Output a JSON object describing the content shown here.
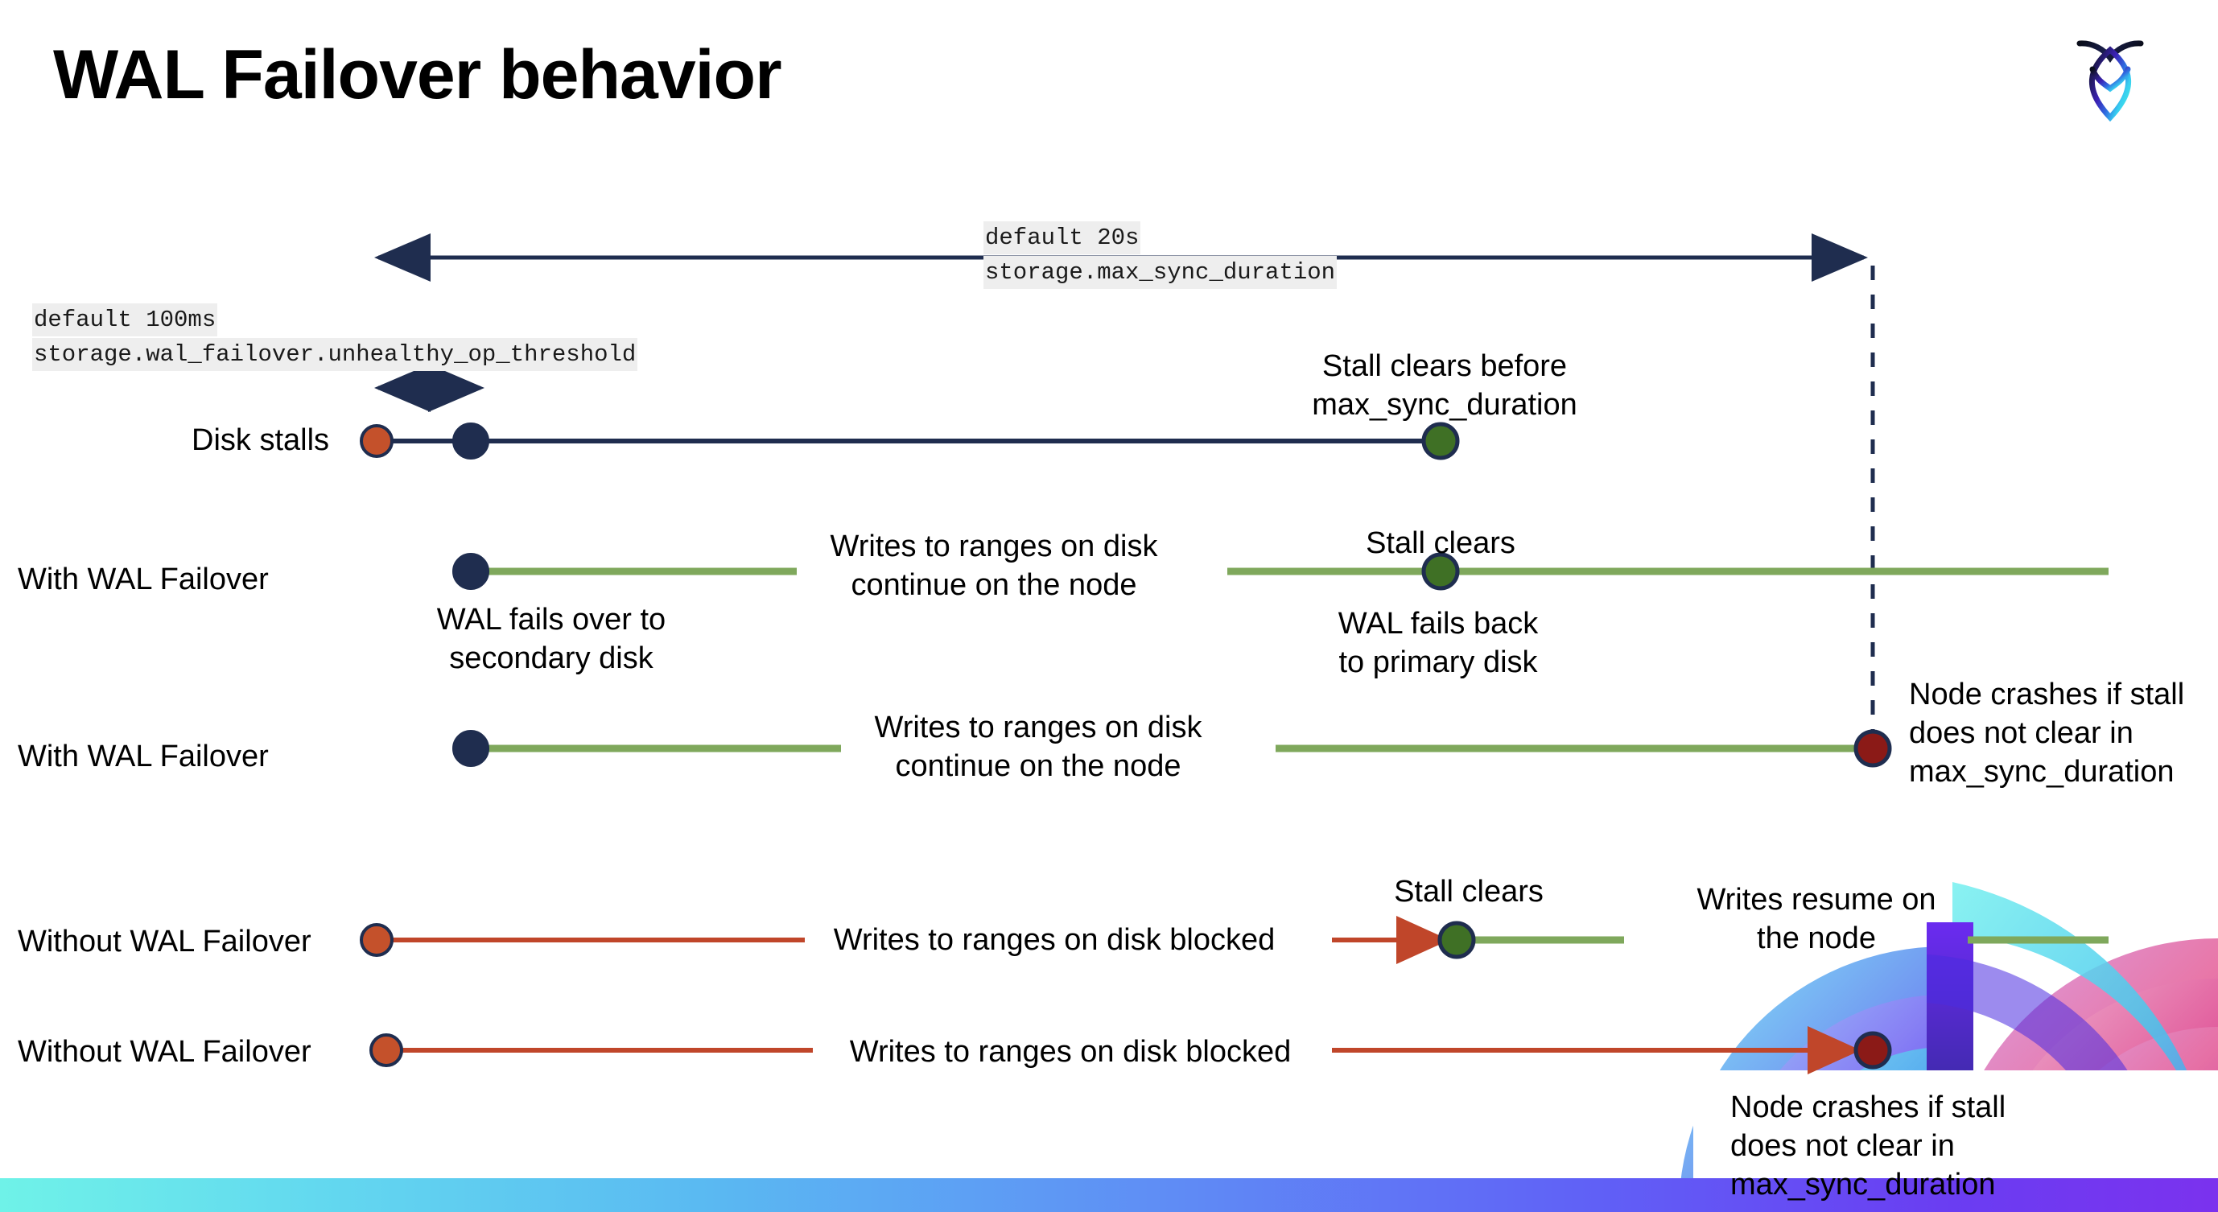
{
  "slide": {
    "title": "WAL Failover behavior",
    "logo_name": "cockroachdb-logo"
  },
  "settings": {
    "max_sync_duration": {
      "default_line": "default 20s",
      "setting_line": "storage.max_sync_duration"
    },
    "unhealthy_op_threshold": {
      "default_line": "default 100ms",
      "setting_line": "storage.wal_failover.unhealthy_op_threshold"
    }
  },
  "rows": [
    {
      "id": "disk-stalls",
      "label": "Disk stalls",
      "annotations": [
        {
          "id": "stall-clears-before",
          "text": "Stall clears before\nmax_sync_duration"
        }
      ]
    },
    {
      "id": "with-wal-failover-clears",
      "label": "With WAL Failover",
      "annotations": [
        {
          "id": "writes-continue",
          "text": "Writes to ranges on disk\ncontinue on the node"
        },
        {
          "id": "stall-clears",
          "text": "Stall clears"
        },
        {
          "id": "wal-fails-over",
          "text": "WAL fails over to\nsecondary disk"
        },
        {
          "id": "wal-fails-back",
          "text": "WAL fails  back\nto primary disk"
        }
      ]
    },
    {
      "id": "with-wal-failover-crash",
      "label": "With WAL Failover",
      "annotations": [
        {
          "id": "writes-continue-2",
          "text": "Writes to ranges on disk\ncontinue on the node"
        },
        {
          "id": "node-crashes-1",
          "text": "Node crashes if stall\ndoes not clear in\nmax_sync_duration"
        }
      ]
    },
    {
      "id": "without-wal-failover-clears",
      "label": "Without WAL Failover",
      "annotations": [
        {
          "id": "writes-blocked",
          "text": "Writes to ranges on disk  blocked"
        },
        {
          "id": "stall-clears-2",
          "text": "Stall clears"
        },
        {
          "id": "writes-resume",
          "text": "Writes resume on\nthe node"
        }
      ]
    },
    {
      "id": "without-wal-failover-crash",
      "label": "Without WAL Failover",
      "annotations": [
        {
          "id": "writes-blocked-2",
          "text": "Writes to ranges on disk  blocked"
        },
        {
          "id": "node-crashes-2",
          "text": "Node crashes if stall\ndoes not clear in\nmax_sync_duration"
        }
      ]
    }
  ],
  "colors": {
    "navy": "#1f2d4f",
    "green_line": "#7fa85c",
    "green_marker": "#3f7025",
    "orange_marker": "#c4512b",
    "orange_line": "#c0462a",
    "dark_red_marker": "#8b1a17",
    "code_chip_bg": "#eeeeee",
    "bar_cyan": "#6ff2e8",
    "bar_blue": "#5f8ef5",
    "bar_purple": "#7b32ee"
  }
}
